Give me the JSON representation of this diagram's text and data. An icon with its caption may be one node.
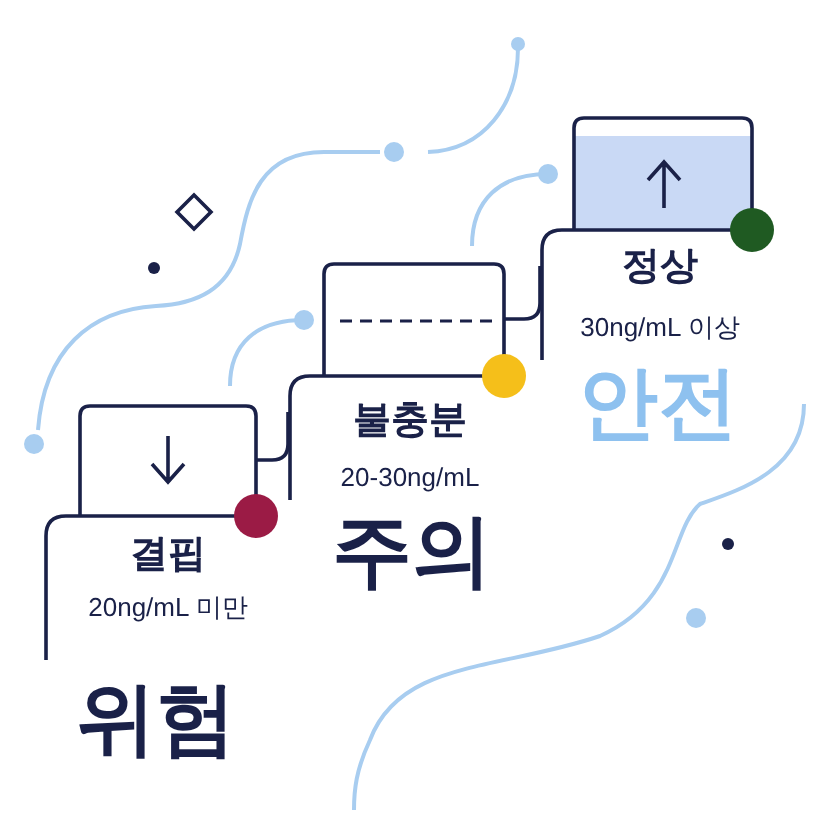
{
  "diagram": {
    "nodes": [
      {
        "text": [
          "결핍",
          "20ng/mL 미만"
        ],
        "beside": [
          "위험"
        ]
      },
      {
        "text": [
          "불충분",
          "20-30ng/mL"
        ],
        "beside": [
          "주의"
        ]
      },
      {
        "text": [
          "정상",
          "30ng/mL 이상"
        ],
        "beside": [
          "안전"
        ]
      }
    ],
    "edges": [
      {
        "from": 0,
        "to": 1,
        "arrow": "none"
      },
      {
        "from": 1,
        "to": 2,
        "arrow": "none"
      }
    ]
  }
}
